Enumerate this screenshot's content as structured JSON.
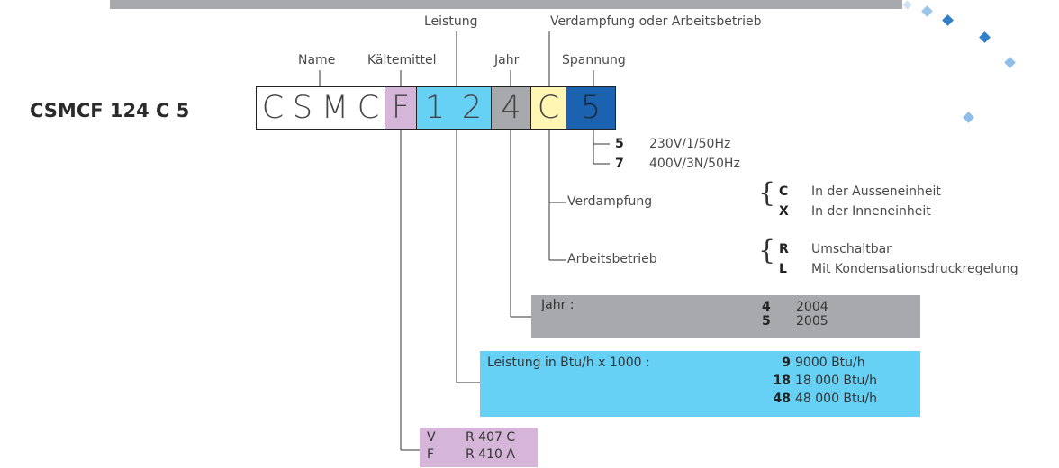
{
  "model": "CSMCF 124 C 5",
  "headers": {
    "name": "Name",
    "kaeltemittel": "Kältemittel",
    "leistung": "Leistung",
    "jahr": "Jahr",
    "verdampfung": "Verdampfung oder Arbeitsbetrieb",
    "spannung": "Spannung"
  },
  "code_chars": [
    "C",
    "S",
    "M",
    "C",
    "F",
    "1",
    "2",
    "4",
    "C",
    "5"
  ],
  "colors": {
    "name": "#ffffff",
    "kaeltemittel": "#d5b5d8",
    "leistung": "#66d0f5",
    "jahr": "#a7a9ac",
    "verdampfung": "#fff6b3",
    "spannung": "#1b63b0",
    "bar": "#a7a9ac"
  },
  "spannung": [
    {
      "code": "5",
      "text": "230V/1/50Hz"
    },
    {
      "code": "7",
      "text": "400V/3N/50Hz"
    }
  ],
  "verdampfung": {
    "label": "Verdampfung",
    "options": [
      {
        "code": "C",
        "text": "In der Ausseneinheit"
      },
      {
        "code": "X",
        "text": "In der Inneneinheit"
      }
    ]
  },
  "arbeitsbetrieb": {
    "label": "Arbeitsbetrieb",
    "options": [
      {
        "code": "R",
        "text": "Umschaltbar"
      },
      {
        "code": "L",
        "text": "Mit Kondensationsdruckregelung"
      }
    ]
  },
  "jahr_panel": {
    "label": "Jahr :",
    "items": [
      {
        "code": "4",
        "text": "2004"
      },
      {
        "code": "5",
        "text": "2005"
      }
    ]
  },
  "leistung_panel": {
    "label": "Leistung in Btu/h x 1000 :",
    "items": [
      {
        "code": "9",
        "text": "9000 Btu/h"
      },
      {
        "code": "18",
        "text": "18 000 Btu/h"
      },
      {
        "code": "48",
        "text": "48 000 Btu/h"
      }
    ]
  },
  "kaeltemittel_panel": {
    "items": [
      {
        "code": "V",
        "text": "R 407 C"
      },
      {
        "code": "F",
        "text": "R 410 A"
      }
    ]
  }
}
